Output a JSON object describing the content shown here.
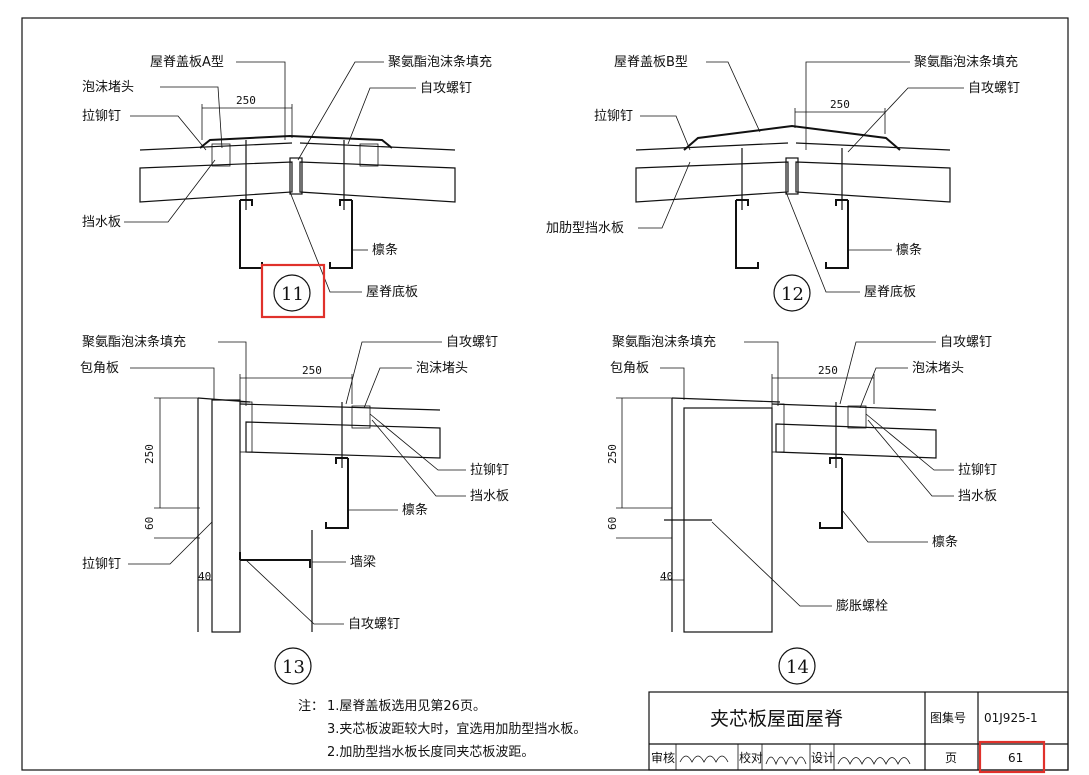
{
  "colors": {
    "line": "#111111",
    "highlight": "#e0312b",
    "background": "#ffffff"
  },
  "d11": {
    "number": "11",
    "ridge_cover_a": "屋脊盖板A型",
    "foam_stopper": "泡沫堵头",
    "rivet": "拉铆钉",
    "pu_foam_fill": "聚氨酯泡沫条填充",
    "screw": "自攻螺钉",
    "dim": "250",
    "water_stop": "挡水板",
    "purlin": "檩条",
    "ridge_bottom": "屋脊底板"
  },
  "d12": {
    "number": "12",
    "ridge_cover_b": "屋脊盖板B型",
    "pu_foam_fill": "聚氨酯泡沫条填充",
    "screw": "自攻螺钉",
    "rivet": "拉铆钉",
    "dim": "250",
    "ribbed_water_stop": "加肋型挡水板",
    "purlin": "檩条",
    "ridge_bottom": "屋脊底板"
  },
  "d13": {
    "number": "13",
    "pu_foam_fill": "聚氨酯泡沫条填充",
    "screw_top": "自攻螺钉",
    "corner_plate": "包角板",
    "foam_stopper": "泡沫堵头",
    "dim_top": "250",
    "dim_v250": "250",
    "dim_v60": "60",
    "dim_40": "40",
    "rivet_r": "拉铆钉",
    "water_stop": "挡水板",
    "purlin": "檩条",
    "rivet_l": "拉铆钉",
    "wall_beam": "墙梁",
    "screw_bottom": "自攻螺钉"
  },
  "d14": {
    "number": "14",
    "pu_foam_fill": "聚氨酯泡沫条填充",
    "screw": "自攻螺钉",
    "corner_plate": "包角板",
    "foam_stopper": "泡沫堵头",
    "dim_top": "250",
    "dim_v250": "250",
    "dim_v60": "60",
    "dim_40": "40",
    "rivet": "拉铆钉",
    "water_stop": "挡水板",
    "purlin": "檩条",
    "anchor_bolt": "膨胀螺栓"
  },
  "notes": {
    "prefix": "注：",
    "n1": "1.屋脊盖板选用见第26页。",
    "n2": "3.夹芯板波距较大时，宜选用加肋型挡水板。",
    "n3": "2.加肋型挡水板长度同夹芯板波距。"
  },
  "title_block": {
    "title": "夹芯板屋面屋脊",
    "atlas_label": "图集号",
    "atlas_no": "01J925-1",
    "review": "审核",
    "check": "校对",
    "design": "设计",
    "page_label": "页",
    "page_no": "61"
  }
}
